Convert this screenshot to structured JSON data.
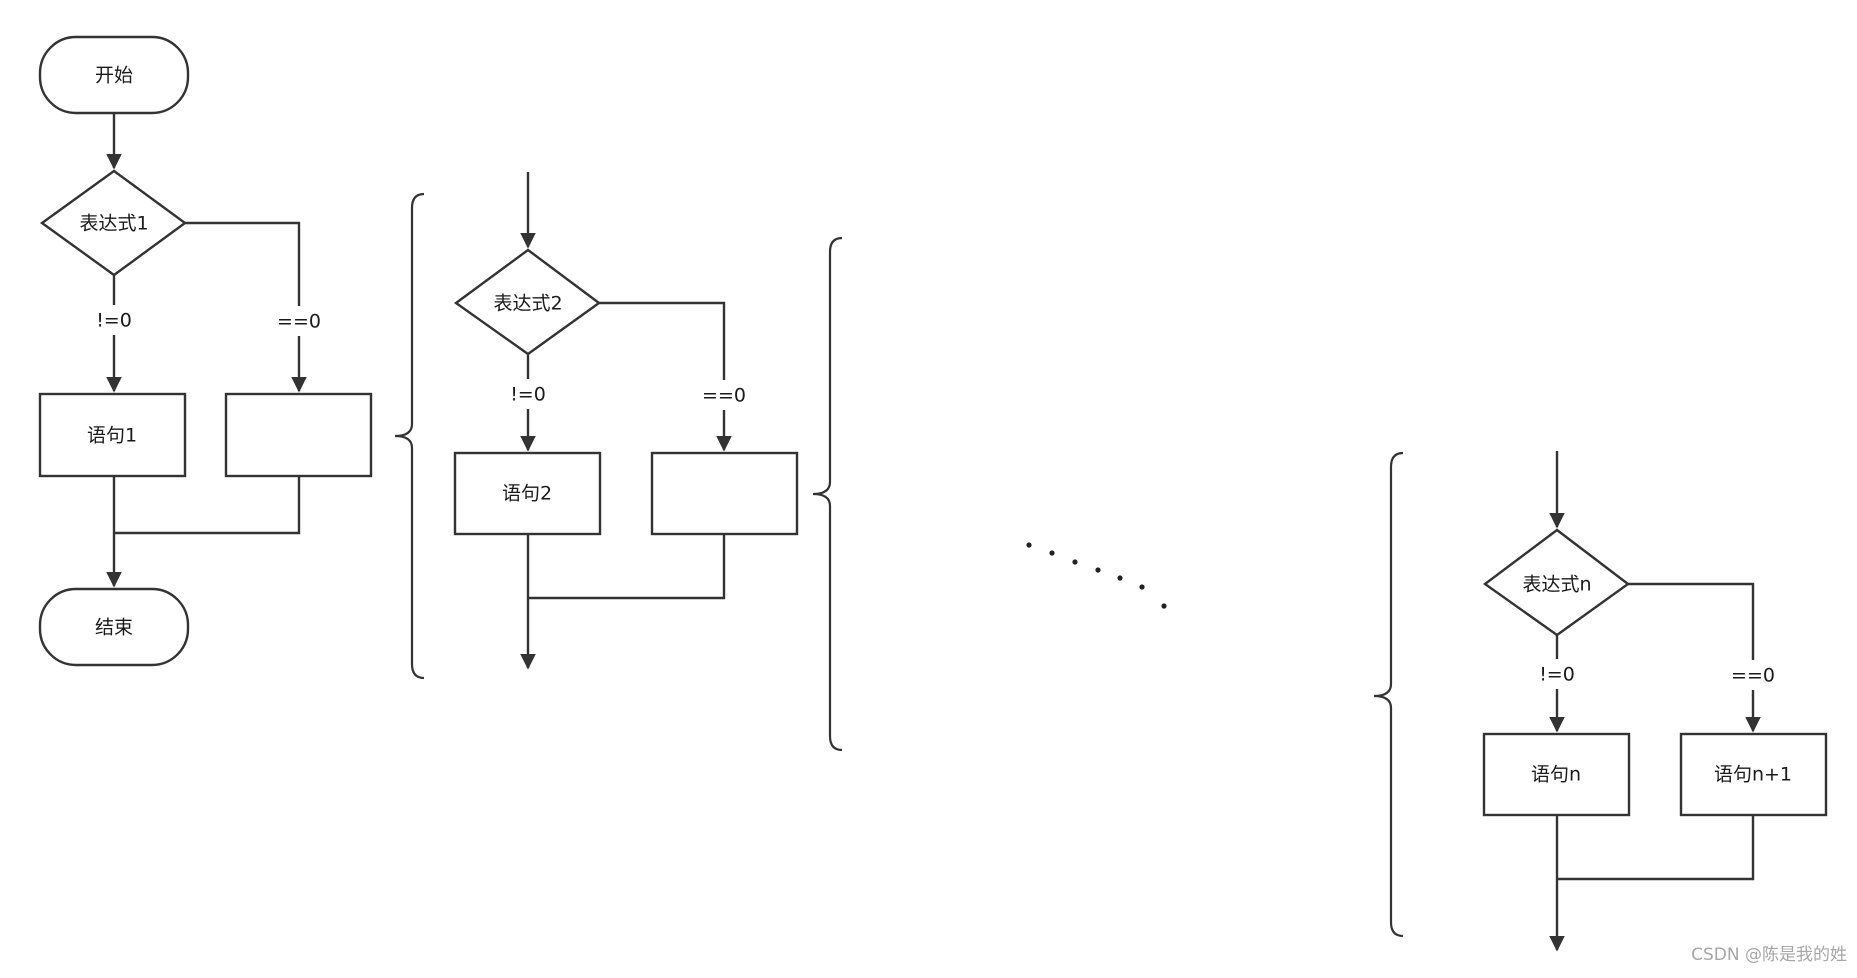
{
  "diagram": {
    "block1": {
      "start": "开始",
      "condition": "表达式1",
      "true_label": "!=0",
      "false_label": "==0",
      "statement": "语句1",
      "empty_statement": "",
      "end": "结束"
    },
    "block2": {
      "condition": "表达式2",
      "true_label": "!=0",
      "false_label": "==0",
      "statement": "语句2",
      "empty_statement": ""
    },
    "blockn": {
      "condition": "表达式n",
      "true_label": "!=0",
      "false_label": "==0",
      "statement": "语句n",
      "else_statement": "语句n+1"
    }
  },
  "watermark": "CSDN @陈是我的姓"
}
